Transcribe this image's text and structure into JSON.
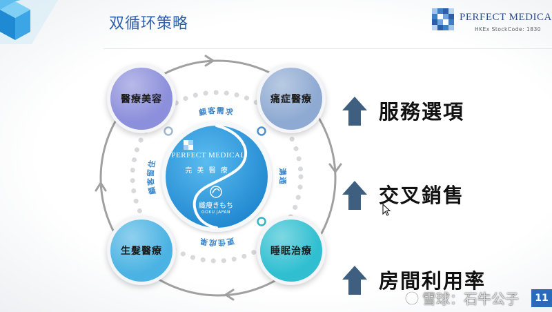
{
  "slide": {
    "title": "双循环策略",
    "page_number": "11"
  },
  "logo": {
    "name": "PERFECT MEDICAL",
    "stock": "HKEx StockCode: 1830",
    "icon": "pixel-logo-icon"
  },
  "diagram": {
    "nodes": [
      {
        "label": "醫療美容",
        "color": "#8c8fdb"
      },
      {
        "label": "痛症醫療",
        "color": "#8eaad2"
      },
      {
        "label": "生髮醫療",
        "color": "#4bb3e3"
      },
      {
        "label": "睡眠治療",
        "color": "#2fbfd1"
      }
    ],
    "center": {
      "brand": "PERFECT MEDICAL",
      "brand_cn": "完 美 醫 療",
      "sub_brand": "纖痩きもち",
      "sub_brand_en": "GOKU JAPAN"
    },
    "arc_labels": {
      "top": "顧客需求",
      "right": "溝通",
      "bottom": "更佳成果",
      "left": "顧客留住"
    }
  },
  "benefits": [
    {
      "label": "服務選項",
      "icon": "up-arrow-icon"
    },
    {
      "label": "交叉銷售",
      "icon": "up-arrow-icon"
    },
    {
      "label": "房間利用率",
      "icon": "up-arrow-icon"
    }
  ],
  "watermark": {
    "text": "雪球：石牛公子",
    "icon": "snowball-icon"
  },
  "colors": {
    "title": "#2e5fab",
    "arrow": "#3e5f7f",
    "arc_label": "#3f86c6",
    "ring": "#a0a0a0",
    "center": "#2f9de0",
    "page_number_bg": "#2a6ab8"
  }
}
